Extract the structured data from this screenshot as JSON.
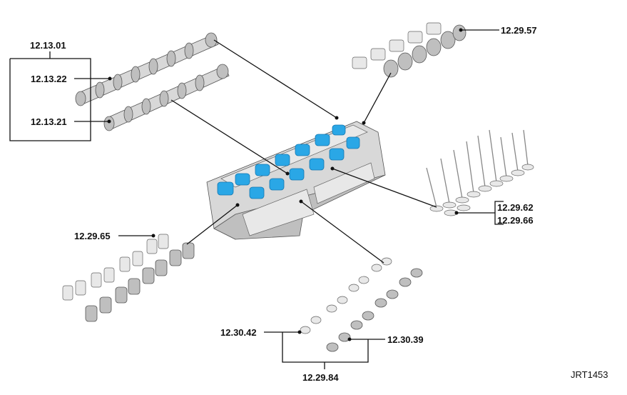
{
  "labels": {
    "camshaft_group": "12.13.01",
    "camshaft_upper": "12.13.22",
    "camshaft_lower": "12.13.21",
    "tappets": "12.29.57",
    "valve_a": "12.29.62",
    "valve_b": "12.29.66",
    "springs": "12.29.65",
    "seals": "12.30.42",
    "retainers": "12.30.39",
    "seal_group": "12.29.84"
  },
  "reference": "JRT1453"
}
